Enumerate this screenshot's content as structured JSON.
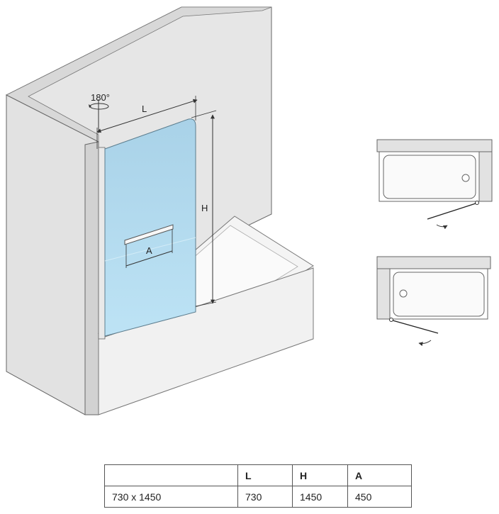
{
  "diagram": {
    "rotation_label": "180°",
    "dim_L": "L",
    "dim_H": "H",
    "dim_A": "A"
  },
  "colors": {
    "wall": "#e6e6e6",
    "wall_edge": "#cfcfcf",
    "glass": "#a8d3ea",
    "outline": "#4a4a4a"
  },
  "table": {
    "headers": [
      "",
      "L",
      "H",
      "A"
    ],
    "rows": [
      [
        "730 x 1450",
        "730",
        "1450",
        "450"
      ]
    ]
  }
}
